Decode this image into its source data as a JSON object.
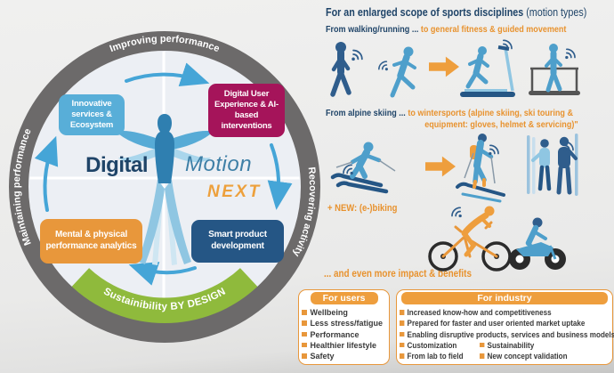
{
  "header": {
    "title_bold": "For an enlarged scope of sports disciplines",
    "title_light": "(motion types)"
  },
  "scope_rows": [
    {
      "from": "From walking/running ...",
      "to": "to general fitness & guided movement"
    },
    {
      "from": "From alpine skiing ...",
      "to_line1": "to wintersports  (alpine skiing, ski touring &",
      "to_line2": "equipment: gloves, helmet & servicing)\""
    }
  ],
  "new_item": "+  NEW: (e-)biking",
  "benefits_heading": "... and even more impact & benefits",
  "benefit_panels": {
    "users": {
      "header": "For users",
      "items": [
        "Wellbeing",
        "Less stress/fatigue",
        "Performance",
        "Healthier lifestyle",
        "Safety"
      ]
    },
    "industry": {
      "header": "For industry",
      "items": [
        "Increased know-how and competitiveness",
        "Prepared for faster and user oriented market uptake",
        "Enabling disruptive products, services and business models"
      ],
      "columns": [
        [
          "Customization",
          "From lab to field"
        ],
        [
          "Sustainability",
          "New concept validation"
        ]
      ]
    }
  },
  "wheel": {
    "ring_labels": {
      "top": "Improving performance",
      "left": "Maintaining performance",
      "right": "Recovering activity"
    },
    "banner": "Sustainibility BY DESIGN",
    "quadrant_boxes": [
      {
        "label": "Innovative services & Ecosystem",
        "color": "#58AED8"
      },
      {
        "label": "Digital User Experience & AI-based interventions",
        "color": "#A5145A"
      },
      {
        "label": "Mental & physical performance analytics",
        "color": "#E8973B"
      },
      {
        "label": "Smart product development",
        "color": "#255685"
      }
    ],
    "center": {
      "digital": "Digital",
      "motion": "Motion",
      "next": "NEXT"
    }
  },
  "icons": [
    "walking-person-icon",
    "running-person-icon",
    "arrow-right-icon",
    "treadmill-runner-icon",
    "treadmill-walker-icon",
    "alpine-skier-icon",
    "ski-tourer-icon",
    "skiers-couple-icon",
    "cyclist-icon",
    "motocross-rider-icon",
    "wifi-signal-icon"
  ],
  "colors": {
    "accent_orange": "#E8922E",
    "navy": "#1F4468",
    "light_blue": "#58AED8",
    "magenta": "#A5145A",
    "dark_blue": "#255685",
    "green": "#8FBA3C",
    "ring_gray": "#6C6A6A",
    "arrow_blue": "#45A5D7",
    "box_orange": "#E8973B"
  }
}
